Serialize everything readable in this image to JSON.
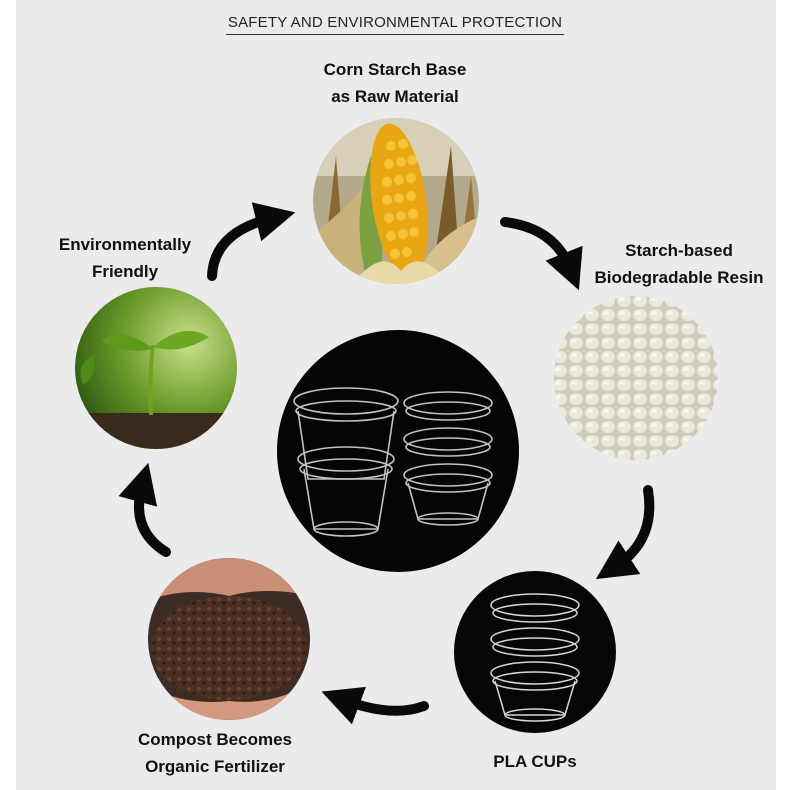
{
  "header": {
    "title": "SAFETY AND ENVIRONMENTAL PROTECTION"
  },
  "cycle": {
    "steps": [
      {
        "line1": "Corn Starch Base",
        "line2": "as Raw Material"
      },
      {
        "line1": "Starch-based",
        "line2": "Biodegradable Resin"
      },
      {
        "line1": "PLA CUPs"
      },
      {
        "line1": "Compost Becomes",
        "line2": "Organic Fertilizer"
      },
      {
        "line1": "Environmentally",
        "line2": "Friendly"
      }
    ]
  },
  "colors": {
    "background": "#ebebeb",
    "arrow": "#0a0a0a",
    "cup_background": "#050505",
    "corn": "#e8a612",
    "resin": "#e6e3d6",
    "soil": "#4a2f22",
    "sprout": "#5f9a1c"
  },
  "icons": [
    "corn-photo",
    "resin-pellets-photo",
    "pla-cups-photo",
    "compost-soil-photo",
    "sprout-photo",
    "cycle-arrow-icon"
  ]
}
